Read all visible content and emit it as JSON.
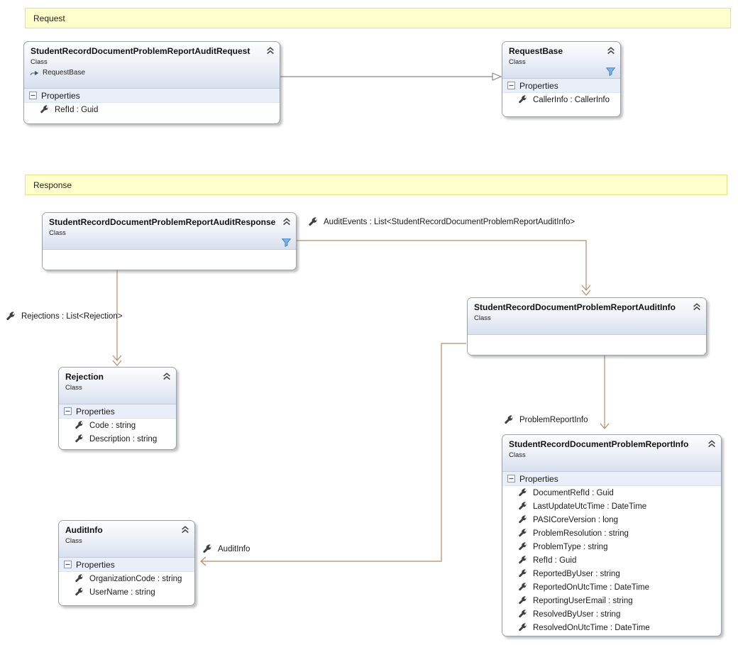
{
  "colors": {
    "banner_bg": "#ffffcd",
    "banner_border": "#e3e284",
    "association": "#b98a64",
    "inheritance": "#888888",
    "box_border": "#9aa0a8",
    "header_tint": "#d8e0ef",
    "section_bg": "#e9eef8",
    "funnel_blue": "#5f9bd5"
  },
  "banners": {
    "request": {
      "label": "Request"
    },
    "response": {
      "label": "Response"
    }
  },
  "classes": {
    "audit_request": {
      "title": "StudentRecordDocumentProblemReportAuditRequest",
      "kind": "Class",
      "inherits": "RequestBase",
      "properties_label": "Properties",
      "properties": [
        "RefId : Guid"
      ]
    },
    "request_base": {
      "title": "RequestBase",
      "kind": "Class",
      "properties_label": "Properties",
      "properties": [
        "CallerInfo : CallerInfo"
      ]
    },
    "audit_response": {
      "title": "StudentRecordDocumentProblemReportAuditResponse",
      "kind": "Class"
    },
    "audit_info_class": {
      "title": "StudentRecordDocumentProblemReportAuditInfo",
      "kind": "Class"
    },
    "rejection": {
      "title": "Rejection",
      "kind": "Class",
      "properties_label": "Properties",
      "properties": [
        "Code : string",
        "Description : string"
      ]
    },
    "problem_report_info": {
      "title": "StudentRecordDocumentProblemReportInfo",
      "kind": "Class",
      "properties_label": "Properties",
      "properties": [
        "DocumentRefId : Guid",
        "LastUpdateUtcTime : DateTime",
        "PASICoreVersion : long",
        "ProblemResolution : string",
        "ProblemType : string",
        "RefId : Guid",
        "ReportedByUser : string",
        "ReportedOnUtcTime : DateTime",
        "ReportingUserEmail : string",
        "ResolvedByUser : string",
        "ResolvedOnUtcTime : DateTime"
      ]
    },
    "audit_info": {
      "title": "AuditInfo",
      "kind": "Class",
      "properties_label": "Properties",
      "properties": [
        "OrganizationCode : string",
        "UserName : string"
      ]
    }
  },
  "association_labels": {
    "audit_events": "AuditEvents : List<StudentRecordDocumentProblemReportAuditInfo>",
    "rejections": "Rejections : List<Rejection>",
    "problem_report_info": "ProblemReportInfo",
    "audit_info": "AuditInfo"
  }
}
